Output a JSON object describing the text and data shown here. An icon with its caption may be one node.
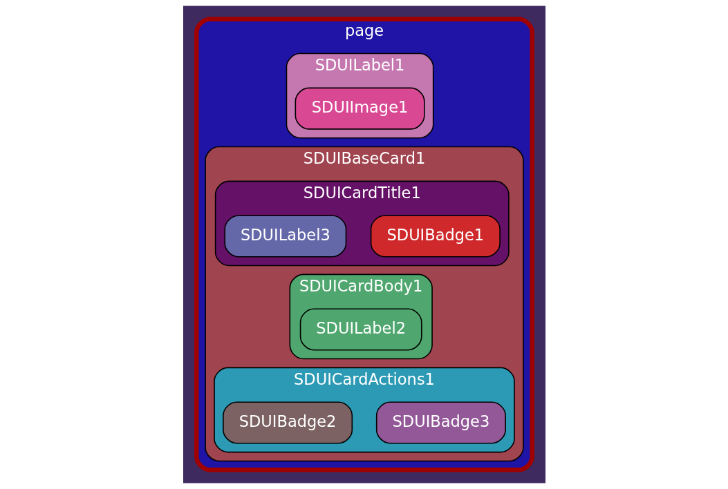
{
  "diagram": {
    "nodes": [
      {
        "text": [
          "page"
        ]
      },
      {
        "text": [
          "SDUILabel1"
        ],
        "in": 0
      },
      {
        "text": [
          "SDUIImage1"
        ],
        "in": 1
      },
      {
        "text": [
          "SDUIBaseCard1"
        ],
        "in": 0
      },
      {
        "text": [
          "SDUICardTitle1"
        ],
        "in": 3
      },
      {
        "text": [
          "SDUILabel3"
        ],
        "in": 4
      },
      {
        "text": [
          "SDUIBadge1"
        ],
        "in": 4
      },
      {
        "text": [
          "SDUICardBody1"
        ],
        "in": 3
      },
      {
        "text": [
          "SDUILabel2"
        ],
        "in": 7
      },
      {
        "text": [
          "SDUICardActions1"
        ],
        "in": 3
      },
      {
        "text": [
          "SDUIBadge2"
        ],
        "in": 9
      },
      {
        "text": [
          "SDUIBadge3"
        ],
        "in": 9
      }
    ]
  }
}
